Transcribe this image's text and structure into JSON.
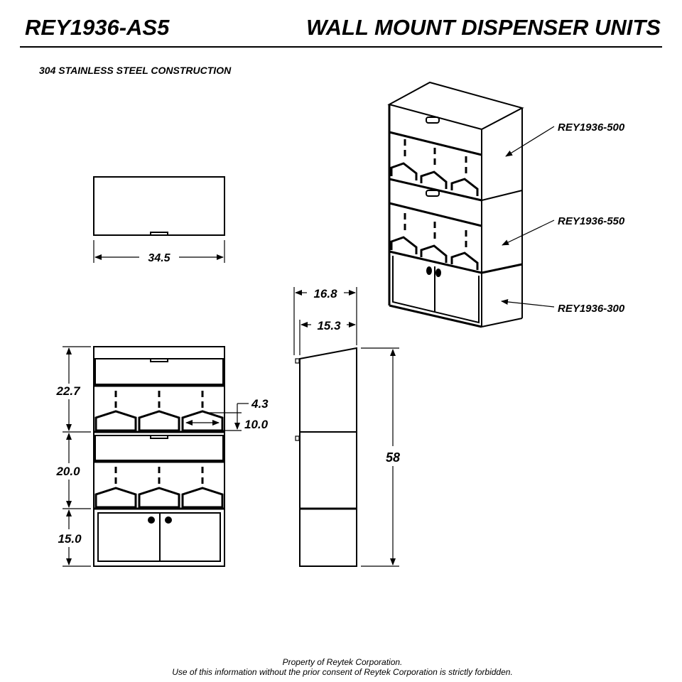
{
  "header": {
    "model": "REY1936-AS5",
    "title": "WALL MOUNT DISPENSER UNITS",
    "subtitle": "304 STAINLESS STEEL CONSTRUCTION"
  },
  "top_view": {
    "width_dim": "34.5"
  },
  "front_view": {
    "section_dims": [
      "22.7",
      "20.0",
      "15.0"
    ],
    "bin_height_dim": "4.3",
    "bin_width_dim": "10.0"
  },
  "side_view": {
    "depth_overall_dim": "16.8",
    "depth_body_dim": "15.3",
    "height_dim": "58"
  },
  "iso_view": {
    "labels": [
      "REY1936-500",
      "REY1936-550",
      "REY1936-300"
    ]
  },
  "footer": {
    "line1": "Property of Reytek Corporation.",
    "line2": "Use of this information without the prior consent of Reytek Corporation is strictly forbidden."
  }
}
